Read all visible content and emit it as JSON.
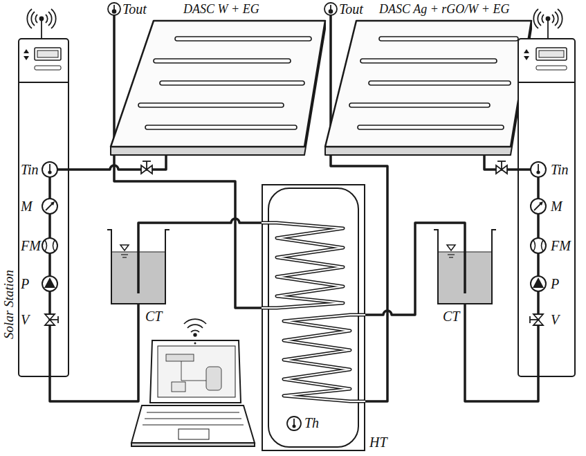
{
  "diagram": {
    "nodes": [
      {
        "text": [
          "DASC W + EG"
        ]
      },
      {
        "text": [
          "DASC Ag + rGO/W + EG"
        ]
      },
      {
        "text": [
          "Solar Station",
          "Tin",
          "M",
          "FM",
          "P",
          "V"
        ]
      },
      {
        "text": [
          "Tin",
          "M",
          "FM",
          "P",
          "V"
        ]
      },
      {
        "text": [
          "CT"
        ]
      },
      {
        "text": [
          "Th",
          "HT"
        ]
      },
      {
        "text": [
          "CT"
        ]
      }
    ],
    "edges": [
      {
        "from": 2,
        "to": 0,
        "arrow": "none"
      },
      {
        "from": 0,
        "to": 5,
        "arrow": "none"
      },
      {
        "from": 5,
        "to": 4,
        "arrow": "none"
      },
      {
        "from": 4,
        "to": 2,
        "arrow": "none"
      },
      {
        "from": 1,
        "to": 5,
        "arrow": "none"
      },
      {
        "from": 5,
        "to": 6,
        "arrow": "none"
      },
      {
        "from": 6,
        "to": 3,
        "arrow": "none"
      },
      {
        "from": 3,
        "to": 1,
        "arrow": "none"
      }
    ],
    "labels": [
      "Tout",
      "Tout"
    ]
  }
}
